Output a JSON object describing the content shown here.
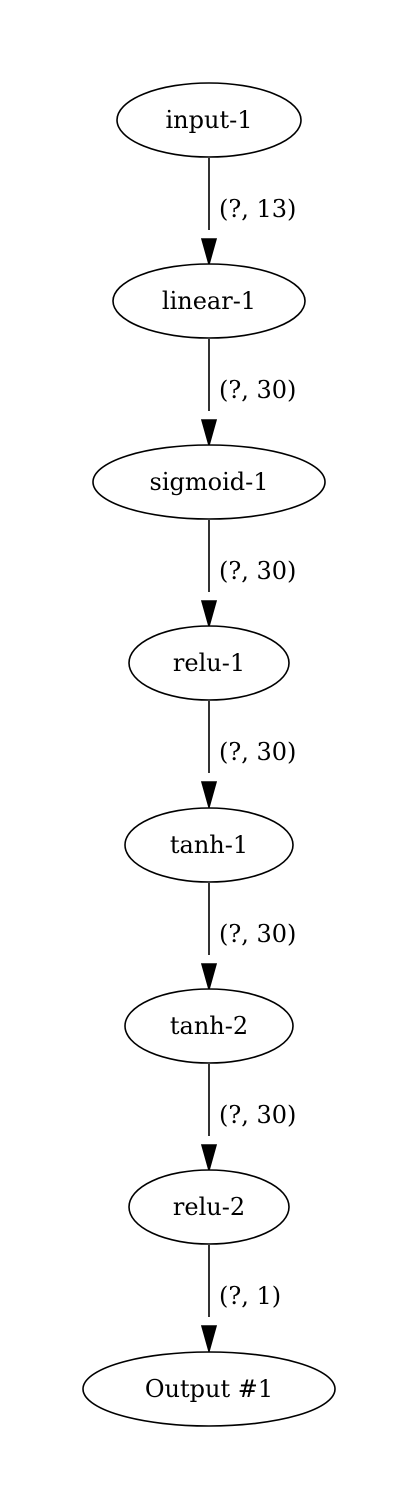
{
  "diagram": {
    "type": "flowchart",
    "nodes": [
      {
        "id": "input-1",
        "label": "input-1"
      },
      {
        "id": "linear-1",
        "label": "linear-1"
      },
      {
        "id": "sigmoid-1",
        "label": "sigmoid-1"
      },
      {
        "id": "relu-1",
        "label": "relu-1"
      },
      {
        "id": "tanh-1",
        "label": "tanh-1"
      },
      {
        "id": "tanh-2",
        "label": "tanh-2"
      },
      {
        "id": "relu-2",
        "label": "relu-2"
      },
      {
        "id": "output-1",
        "label": "Output #1"
      }
    ],
    "edges": [
      {
        "from": "input-1",
        "to": "linear-1",
        "label": "(?, 13)"
      },
      {
        "from": "linear-1",
        "to": "sigmoid-1",
        "label": "(?, 30)"
      },
      {
        "from": "sigmoid-1",
        "to": "relu-1",
        "label": "(?, 30)"
      },
      {
        "from": "relu-1",
        "to": "tanh-1",
        "label": "(?, 30)"
      },
      {
        "from": "tanh-1",
        "to": "tanh-2",
        "label": "(?, 30)"
      },
      {
        "from": "tanh-2",
        "to": "relu-2",
        "label": "(?, 30)"
      },
      {
        "from": "relu-2",
        "to": "output-1",
        "label": "(?, 1)"
      }
    ],
    "colors": {
      "background": "#ffffff",
      "stroke": "#000000",
      "text": "#000000"
    }
  }
}
